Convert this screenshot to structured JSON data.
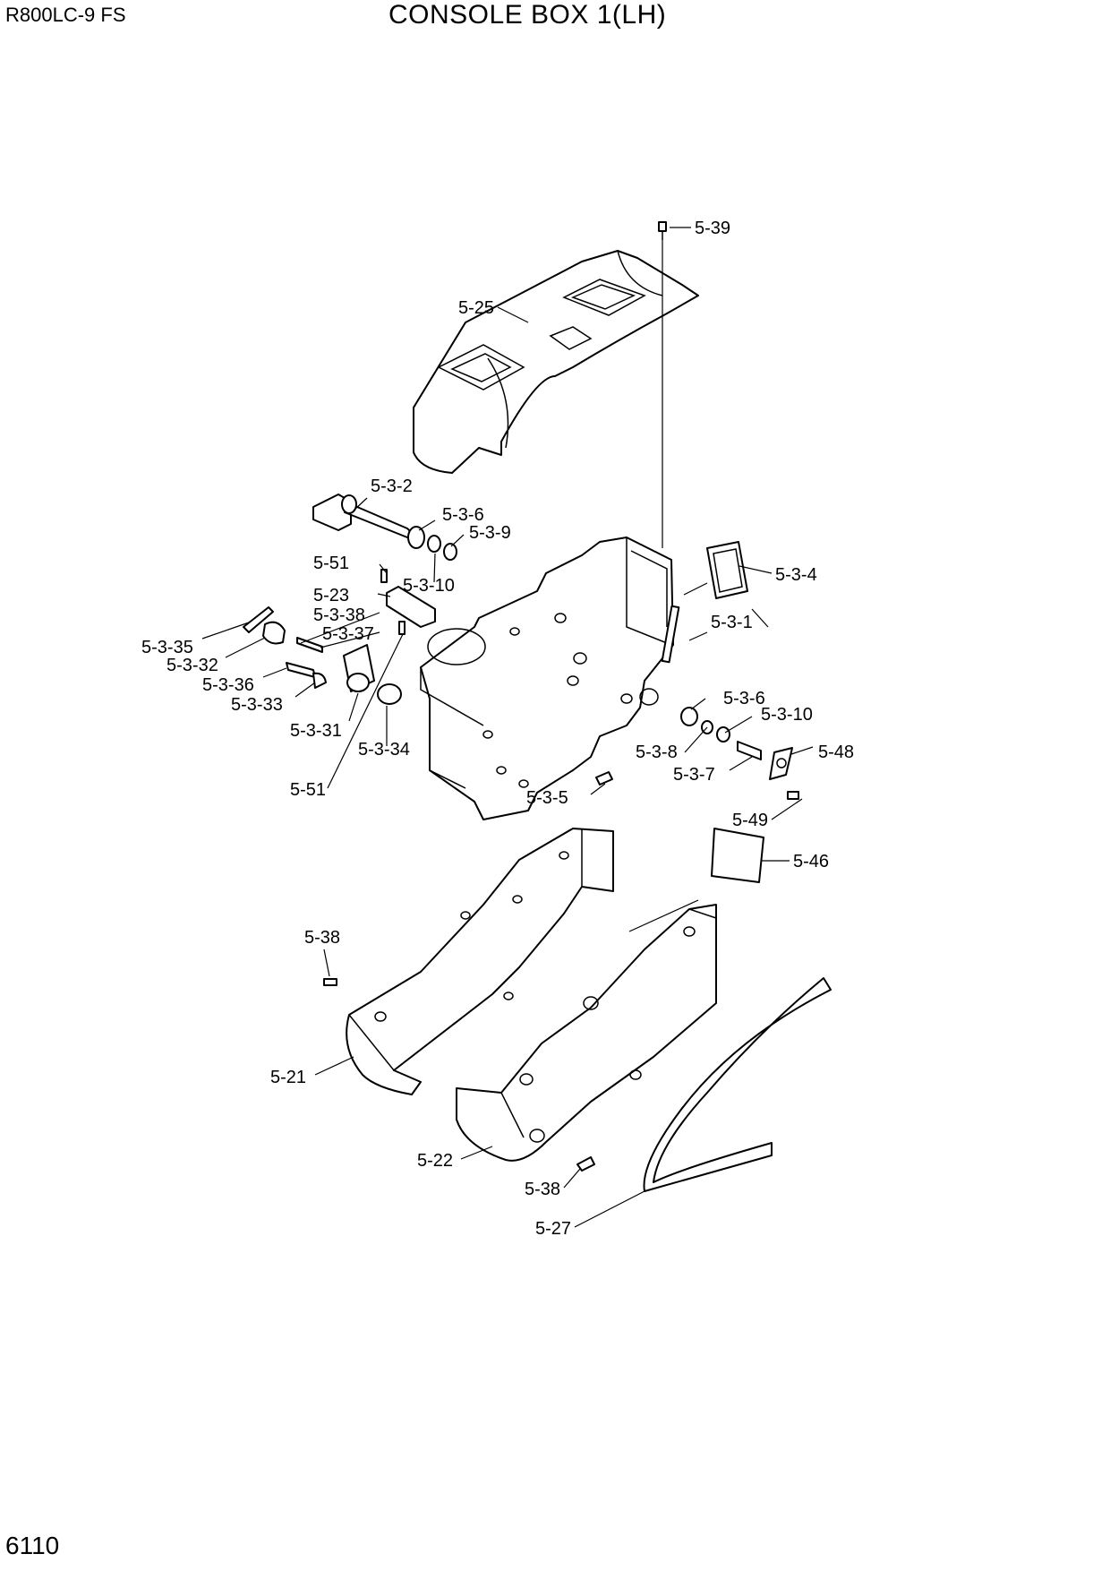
{
  "header": {
    "model": "R800LC-9 FS",
    "title": "CONSOLE BOX 1(LH)"
  },
  "footer": {
    "page_number": "6110"
  },
  "callouts": [
    {
      "id": "c01",
      "label": "5-39"
    },
    {
      "id": "c02",
      "label": "5-25"
    },
    {
      "id": "c03",
      "label": "5-3-2"
    },
    {
      "id": "c04",
      "label": "5-3-6"
    },
    {
      "id": "c05",
      "label": "5-3-9"
    },
    {
      "id": "c06",
      "label": "5-51"
    },
    {
      "id": "c07",
      "label": "5-3-10"
    },
    {
      "id": "c08",
      "label": "5-23"
    },
    {
      "id": "c09",
      "label": "5-3-38"
    },
    {
      "id": "c10",
      "label": "5-3-37"
    },
    {
      "id": "c11",
      "label": "5-3-35"
    },
    {
      "id": "c12",
      "label": "5-3-32"
    },
    {
      "id": "c13",
      "label": "5-3-36"
    },
    {
      "id": "c14",
      "label": "5-3-33"
    },
    {
      "id": "c15",
      "label": "5-3-31"
    },
    {
      "id": "c16",
      "label": "5-3-34"
    },
    {
      "id": "c17",
      "label": "5-51"
    },
    {
      "id": "c18",
      "label": "5-3-4"
    },
    {
      "id": "c19",
      "label": "5-3-1"
    },
    {
      "id": "c20",
      "label": "5-3-6"
    },
    {
      "id": "c21",
      "label": "5-3-10"
    },
    {
      "id": "c22",
      "label": "5-3-8"
    },
    {
      "id": "c23",
      "label": "5-48"
    },
    {
      "id": "c24",
      "label": "5-3-7"
    },
    {
      "id": "c25",
      "label": "5-3-5"
    },
    {
      "id": "c26",
      "label": "5-49"
    },
    {
      "id": "c27",
      "label": "5-46"
    },
    {
      "id": "c28",
      "label": "5-38"
    },
    {
      "id": "c29",
      "label": "5-21"
    },
    {
      "id": "c30",
      "label": "5-22"
    },
    {
      "id": "c31",
      "label": "5-38"
    },
    {
      "id": "c32",
      "label": "5-27"
    }
  ]
}
